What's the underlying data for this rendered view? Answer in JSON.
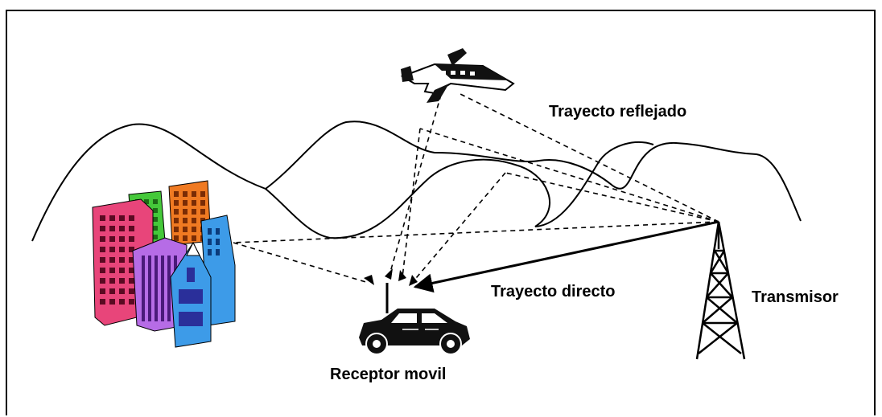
{
  "labels": {
    "reflected_path": "Trayecto reflejado",
    "direct_path": "Trayecto directo",
    "transmitter": "Transmisor",
    "mobile_receiver": "Receptor movil"
  },
  "colors": {
    "building_pink": "#e8457a",
    "building_green": "#45c83a",
    "building_orange": "#f07a22",
    "building_violet": "#b66ce6",
    "building_blue": "#3d9be8",
    "building_navy": "#2a2f9a"
  }
}
